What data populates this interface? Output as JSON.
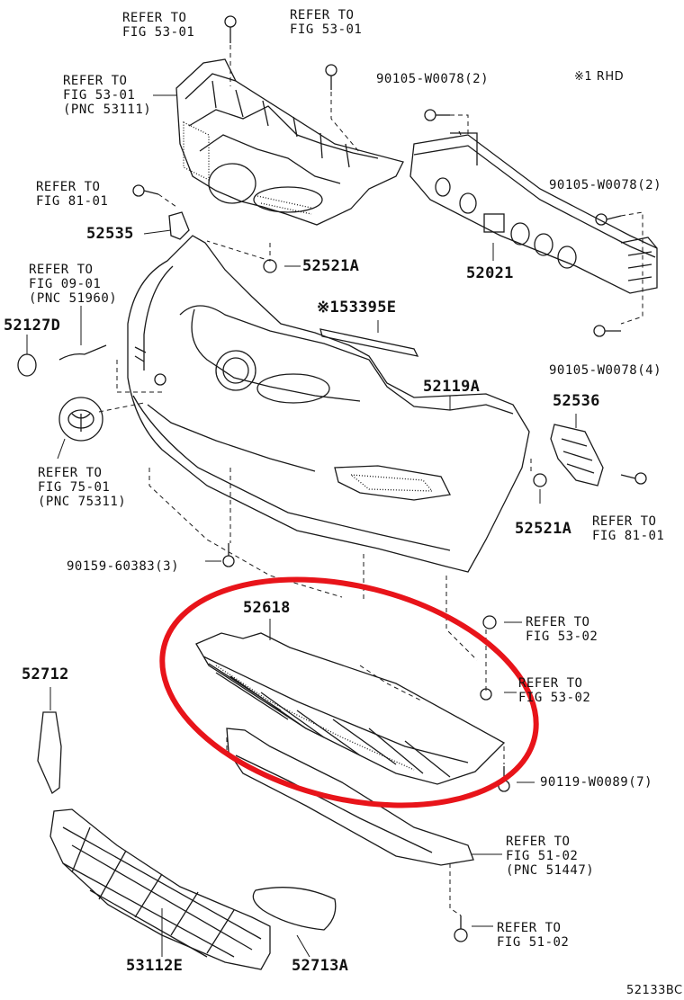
{
  "diagram_id": "52133BC",
  "note_rhd": "※1 RHD",
  "labels": {
    "refer_53_01_top_left": [
      "REFER TO",
      "FIG 53-01"
    ],
    "refer_53_01_top_mid": [
      "REFER TO",
      "FIG 53-01"
    ],
    "refer_53_01_grille": [
      "REFER TO",
      "FIG 53-01",
      "(PNC 53111)"
    ],
    "bolt_90105_a": "90105-W0078(2)",
    "bolt_90105_b": "90105-W0078(2)",
    "bolt_90105_c": "90105-W0078(4)",
    "refer_81_01_left": [
      "REFER TO",
      "FIG 81-01"
    ],
    "p52535": "52535",
    "p52521a_top": "52521A",
    "p52021": "52021",
    "refer_09_01": [
      "REFER TO",
      "FIG 09-01",
      "(PNC 51960)"
    ],
    "p52127d": "52127D",
    "p53395e": "※153395E",
    "p52119a": "52119A",
    "p52536": "52536",
    "refer_75_01": [
      "REFER TO",
      "FIG 75-01",
      "(PNC 75311)"
    ],
    "p52521a_bot": "52521A",
    "refer_81_01_right": [
      "REFER TO",
      "FIG 81-01"
    ],
    "bolt_90159": "90159-60383(3)",
    "p52618": "52618",
    "refer_53_02_a": [
      "REFER TO",
      "FIG 53-02"
    ],
    "p52712": "52712",
    "refer_53_02_b": [
      "REFER TO",
      "FIG 53-02"
    ],
    "bolt_90119": "90119-W0089(7)",
    "refer_51_02_a": [
      "REFER TO",
      "FIG 51-02",
      "(PNC 51447)"
    ],
    "refer_51_02_b": [
      "REFER TO",
      "FIG 51-02"
    ],
    "p53112e": "53112E",
    "p52713a": "52713A"
  },
  "highlight_color": "#e8141a",
  "line_color": "#1a1a1a"
}
